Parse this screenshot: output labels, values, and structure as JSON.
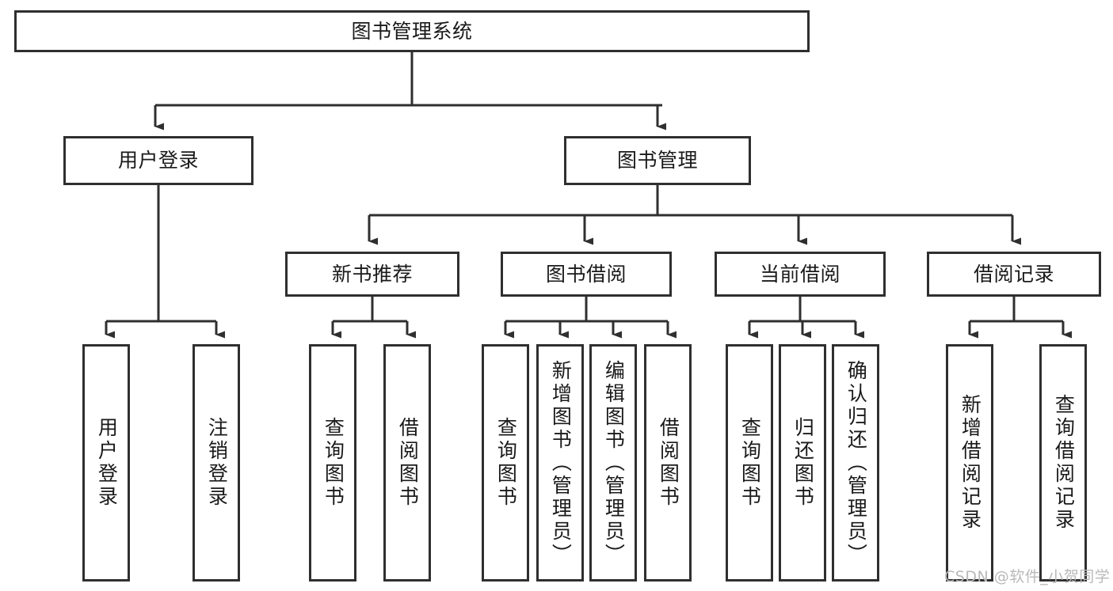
{
  "diagram": {
    "title_node": {
      "label": "图书管理系统"
    },
    "level1": [
      {
        "id": "user-login",
        "label": "用户登录"
      },
      {
        "id": "book-management",
        "label": "图书管理"
      }
    ],
    "level2": [
      {
        "id": "new-book-recommend",
        "label": "新书推荐"
      },
      {
        "id": "book-borrow",
        "label": "图书借阅"
      },
      {
        "id": "current-borrow",
        "label": "当前借阅"
      },
      {
        "id": "borrow-record",
        "label": "借阅记录"
      }
    ],
    "leaves": [
      {
        "id": "leaf-user-login",
        "label": "用户登录",
        "parent": "用户登录"
      },
      {
        "id": "leaf-logout-login",
        "label": "注销登录",
        "parent": "用户登录"
      },
      {
        "id": "leaf-query-book-1",
        "label": "查询图书",
        "parent": "新书推荐"
      },
      {
        "id": "leaf-borrow-book-1",
        "label": "借阅图书",
        "parent": "新书推荐"
      },
      {
        "id": "leaf-query-book-2",
        "label": "查询图书",
        "parent": "图书借阅"
      },
      {
        "id": "leaf-add-book",
        "label": "新增图书（管理员）",
        "parent": "图书借阅"
      },
      {
        "id": "leaf-edit-book",
        "label": "编辑图书（管理员）",
        "parent": "图书借阅"
      },
      {
        "id": "leaf-borrow-book-2",
        "label": "借阅图书",
        "parent": "图书借阅"
      },
      {
        "id": "leaf-query-book-3",
        "label": "查询图书",
        "parent": "当前借阅"
      },
      {
        "id": "leaf-return-book",
        "label": "归还图书",
        "parent": "当前借阅"
      },
      {
        "id": "leaf-confirm-return",
        "label": "确认归还（管理员）",
        "parent": "当前借阅"
      },
      {
        "id": "leaf-add-record",
        "label": "新增借阅记录",
        "parent": "借阅记录"
      },
      {
        "id": "leaf-query-record",
        "label": "查询借阅记录",
        "parent": "借阅记录"
      }
    ],
    "watermark": {
      "text": "CSDN @软件_小贺同学"
    },
    "colors": {
      "stroke": "#2f2f2f",
      "fill": "#ffffff",
      "text": "#1a1a1a",
      "watermark": "#b9b9b9"
    }
  }
}
